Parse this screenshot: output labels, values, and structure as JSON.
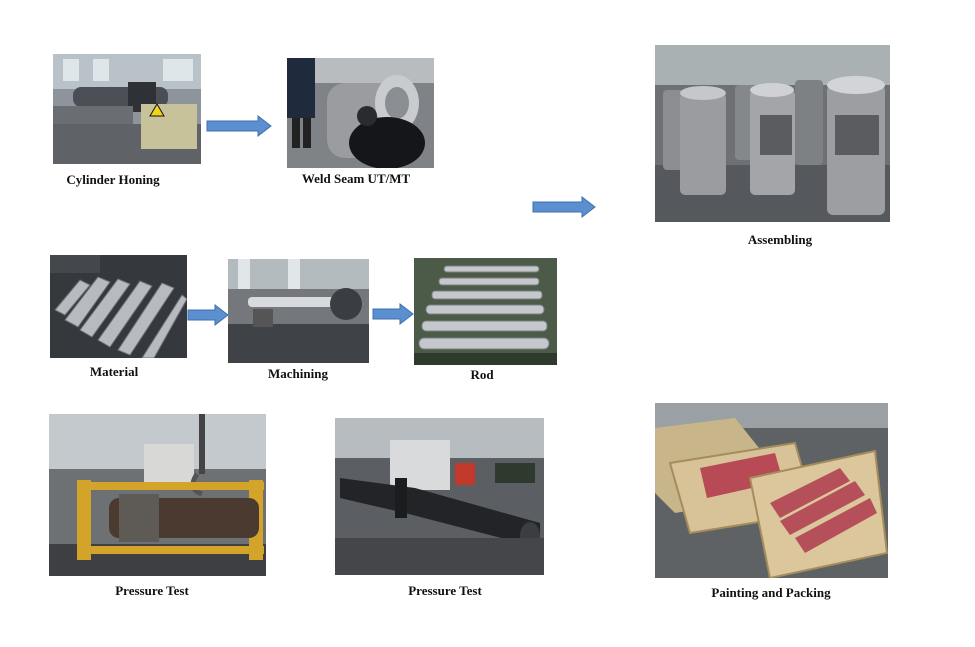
{
  "steps": {
    "cylinder_honing": "Cylinder Honing",
    "weld_seam": "Weld Seam UT/MT",
    "assembling": "Assembling",
    "material": "Material",
    "machining": "Machining",
    "rod": "Rod",
    "pressure_test_1": "Pressure Test",
    "pressure_test_2": "Pressure Test",
    "painting_packing": "Painting and Packing"
  },
  "colors": {
    "arrow_fill": "#5b8fd0",
    "arrow_stroke": "#3f6fae"
  }
}
